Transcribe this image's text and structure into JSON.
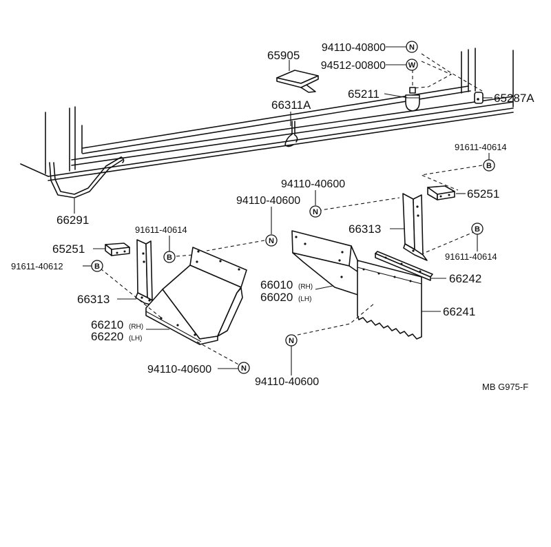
{
  "callouts": {
    "c94110_40800": "94110-40800",
    "c94512_00800": "94512-00800",
    "c65905": "65905",
    "c65211": "65211",
    "c65287A": "65287A",
    "c66311A": "66311A",
    "c91611_40614_r": "91611-40614",
    "c94110_40600_top": "94110-40600",
    "c65251_r": "65251",
    "c66291": "66291",
    "c94110_40600_mid": "94110-40600",
    "c66313_r": "66313",
    "c91611_40614_r2": "91611-40614",
    "c91611_40614_l": "91611-40614",
    "c65251_l": "65251",
    "c91611_40612": "91611-40612",
    "c66010": "66010",
    "c66010_sfx": "(RH)",
    "c66020": "66020",
    "c66020_sfx": "(LH)",
    "c66242": "66242",
    "c66313_l": "66313",
    "c66241": "66241",
    "c66210": "66210",
    "c66210_sfx": "(RH)",
    "c66220": "66220",
    "c66220_sfx": "(LH)",
    "c94110_40600_bl": "94110-40600",
    "c94110_40600_bc": "94110-40600"
  },
  "symbols": {
    "nut": "N",
    "washer": "W",
    "bolt": "B"
  },
  "ref_code": "MB G975-F"
}
